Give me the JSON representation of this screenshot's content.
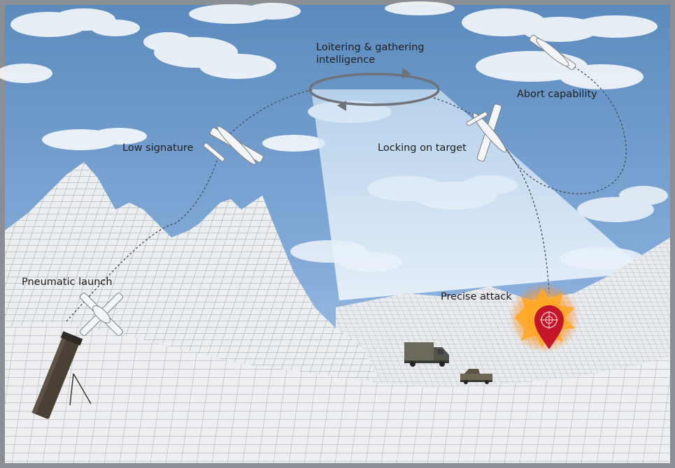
{
  "labels": {
    "loitering": "Loitering & gathering intelligence",
    "abort": "Abort capability",
    "low_signature": "Low signature",
    "locking": "Locking on target",
    "pneumatic": "Pneumatic launch",
    "precise": "Precise attack"
  },
  "colors": {
    "sky_top": "#5f8fc0",
    "sky_bottom": "#a9c8e6",
    "terrain": "#eef0f2",
    "mesh": "#7d8288",
    "beam": "#d8e8f6",
    "marker": "#c4162a",
    "explosion": "#ff9a1f",
    "frame": "#8a8f96"
  },
  "icons": [
    "drone-icon",
    "launcher-tube-icon",
    "truck-icon",
    "pickup-truck-icon",
    "target-marker-icon",
    "explosion-icon",
    "loiter-orbit-icon",
    "cloud-icon"
  ]
}
